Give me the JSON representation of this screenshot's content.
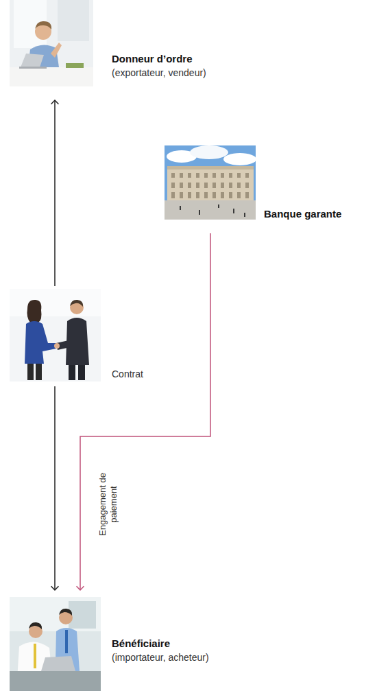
{
  "diagram": {
    "nodes": [
      {
        "text": [
          "Donneur d’ordre",
          "(exportateur, vendeur)"
        ]
      },
      {
        "text": [
          "Banque garante"
        ]
      },
      {
        "text": [
          "Contrat"
        ]
      },
      {
        "text": [
          "Bénéficiaire",
          "(importateur, acheteur)"
        ]
      }
    ],
    "edges": [
      {
        "from": 2,
        "to": 0,
        "arrow": "to"
      },
      {
        "from": 2,
        "to": 3,
        "arrow": "to"
      },
      {
        "from": 1,
        "to": 3,
        "label": "Engagement de paiement",
        "arrow": "to"
      }
    ]
  }
}
